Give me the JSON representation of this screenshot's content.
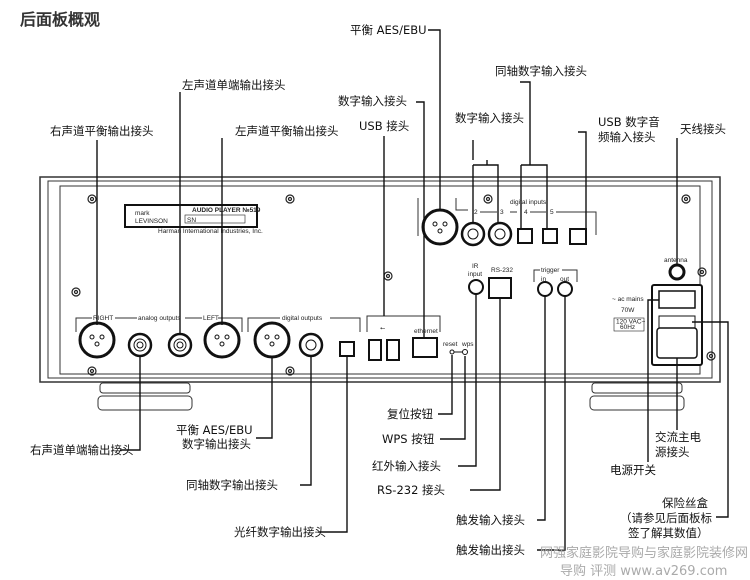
{
  "title": "后面板概观",
  "callouts": {
    "balanced_aes_in": "平衡 AES/EBU",
    "coax_digital_in": "同轴数字输入接头",
    "left_single_out": "左声道单端输出接头",
    "digital_in_a": "数字输入接头",
    "digital_in_b": "数字输入接头",
    "usb_audio_in_1": "USB 数字音",
    "usb_audio_in_2": "频输入接头",
    "antenna": "天线接头",
    "right_balanced_out": "右声道平衡输出接头",
    "left_balanced_out": "左声道平衡输出接头",
    "usb": "USB 接头",
    "reset": "复位按钮",
    "wps": "WPS 按钮",
    "right_single_out": "右声道单端输出接头",
    "balanced_aes_out_1": "平衡 AES/EBU",
    "balanced_aes_out_2": "数字输出接头",
    "ir_input": "红外输入接头",
    "coax_digital_out": "同轴数字输出接头",
    "rs232": "RS-232 接头",
    "ac_mains_1": "交流主电",
    "ac_mains_2": "源接头",
    "power_switch": "电源开关",
    "fuse_1": "保险丝盒",
    "fuse_2": "（请参见后面板标",
    "fuse_3": "签了解其数值）",
    "optical_out": "光纤数字输出接头",
    "trigger_in": "触发输入接头",
    "trigger_out": "触发输出接头"
  },
  "panel": {
    "right": "RIGHT",
    "analog_outputs": "analog outputs",
    "left": "LEFT",
    "digital_outputs": "digital outputs",
    "ethernet": "ethernet",
    "reset": "reset",
    "wps": "wps",
    "ir": "IR",
    "ir_input": "input",
    "rs232": "RS-232",
    "trigger": "trigger",
    "in": "in",
    "out": "out",
    "antenna": "antenna",
    "ac_mains": "~ ac mains",
    "watts": "70W",
    "voltage": "120 VAC~",
    "freq": "60Hz",
    "digital_inputs": "digital inputs",
    "n2": "2",
    "n3": "3",
    "n4": "4",
    "n5": "5",
    "brand_1": "mark",
    "brand_2": "LEVINSON",
    "model": "AUDIO PLAYER №519",
    "sn": "SN",
    "maker": "Harman International Industries, Inc."
  },
  "watermark": {
    "line1": "网强家庭影院导购与家庭影院装修网",
    "line2": "导购 评测 www.av269.com"
  }
}
